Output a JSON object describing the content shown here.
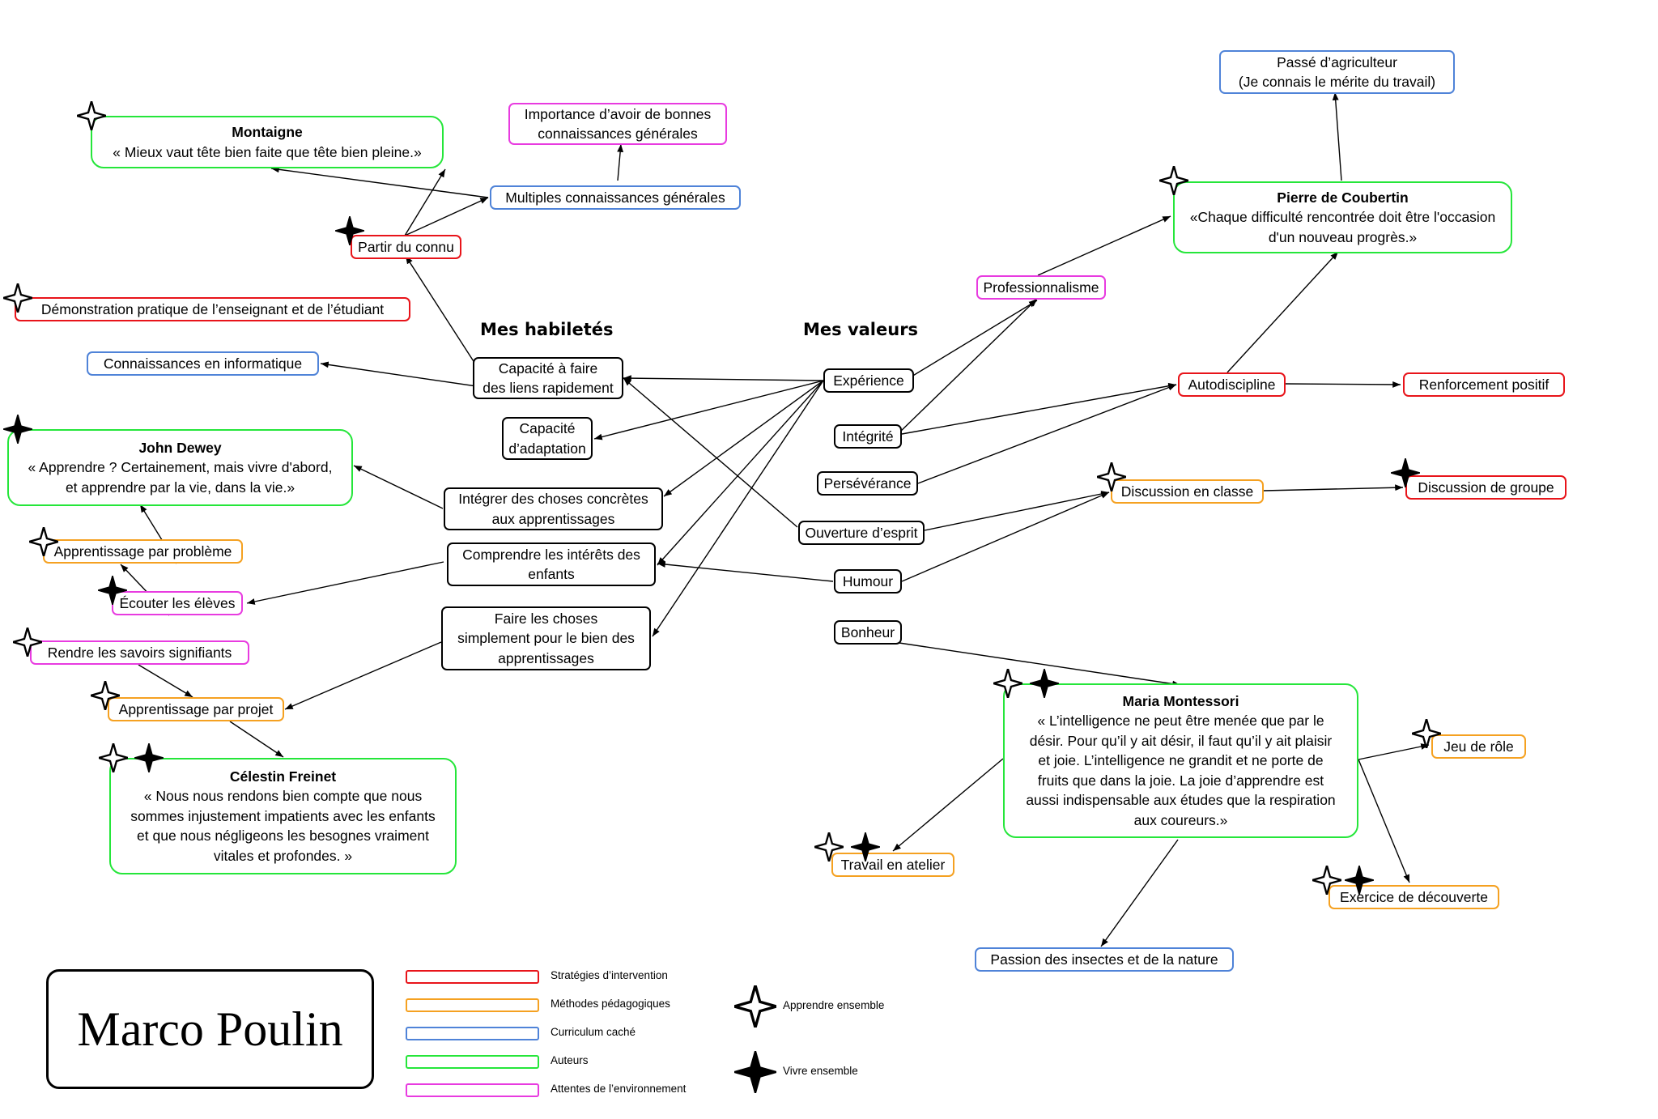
{
  "headings": {
    "habiletes": "Mes habiletés",
    "valeurs": "Mes valeurs"
  },
  "author_name": "Marco Poulin",
  "colors": {
    "red": "#e8141a",
    "orange": "#f5a121",
    "blue": "#4f83d8",
    "green": "#25e63a",
    "magenta": "#e83be0",
    "black": "#000000"
  },
  "nodes": {
    "montaigne": {
      "title": "Montaigne",
      "lines": [
        "« Mieux vaut tête bien faite que tête bien pleine.»"
      ]
    },
    "importance": {
      "lines": [
        "Importance d’avoir de bonnes",
        "connaissances générales"
      ]
    },
    "multiples": {
      "lines": [
        "Multiples connaissances générales"
      ]
    },
    "partir_connu": {
      "lines": [
        "Partir du connu"
      ]
    },
    "demonstration": {
      "lines": [
        "Démonstration pratique de l’enseignant et de l’étudiant"
      ]
    },
    "informatique": {
      "lines": [
        "Connaissances en informatique"
      ]
    },
    "liens": {
      "lines": [
        "Capacité à faire",
        "des liens rapidement"
      ]
    },
    "adaptation": {
      "lines": [
        "Capacité",
        "d’adaptation"
      ]
    },
    "dewey": {
      "title": "John Dewey",
      "lines": [
        "« Apprendre ? Certainement, mais vivre d'abord,",
        "et apprendre par la vie, dans la vie.»"
      ]
    },
    "integrer": {
      "lines": [
        "Intégrer des choses concrètes",
        "aux apprentissages"
      ]
    },
    "probleme": {
      "lines": [
        "Apprentissage par problème"
      ]
    },
    "interets": {
      "lines": [
        "Comprendre les intérêts des",
        "enfants"
      ]
    },
    "ecouter": {
      "lines": [
        "Écouter les élèves"
      ]
    },
    "simplement": {
      "lines": [
        "Faire les choses",
        "simplement pour le bien des",
        "apprentissages"
      ]
    },
    "signifiants": {
      "lines": [
        "Rendre les savoirs signifiants"
      ]
    },
    "projet": {
      "lines": [
        "Apprentissage par projet"
      ]
    },
    "freinet": {
      "title": "Célestin Freinet",
      "lines": [
        "« Nous nous rendons bien compte que nous",
        "sommes injustement impatients avec les enfants",
        "et que nous négligeons les besognes vraiment",
        "vitales et profondes. »"
      ]
    },
    "experience": {
      "lines": [
        "Expérience"
      ]
    },
    "integrite": {
      "lines": [
        "Intégrité"
      ]
    },
    "perseverance": {
      "lines": [
        "Persévérance"
      ]
    },
    "ouverture": {
      "lines": [
        "Ouverture d’esprit"
      ]
    },
    "humour": {
      "lines": [
        "Humour"
      ]
    },
    "bonheur": {
      "lines": [
        "Bonheur"
      ]
    },
    "professionnalisme": {
      "lines": [
        "Professionnalisme"
      ]
    },
    "passe": {
      "lines": [
        "Passé d’agriculteur",
        "(Je connais le mérite du travail)"
      ]
    },
    "coubertin": {
      "title": "Pierre de Coubertin",
      "lines": [
        "«Chaque difficulté rencontrée doit être l'occasion",
        "d'un nouveau progrès.»"
      ]
    },
    "autodiscipline": {
      "lines": [
        "Autodiscipline"
      ]
    },
    "renforcement": {
      "lines": [
        "Renforcement positif"
      ]
    },
    "discussion_classe": {
      "lines": [
        "Discussion en classe"
      ]
    },
    "discussion_groupe": {
      "lines": [
        "Discussion de groupe"
      ]
    },
    "montessori": {
      "title": "Maria Montessori",
      "lines": [
        "« L’intelligence ne peut être menée que par le",
        "désir. Pour qu’il y ait désir, il faut qu’il y ait plaisir",
        "et joie. L’intelligence ne grandit et ne porte de",
        "fruits que dans la joie. La joie d’apprendre est",
        "aussi indispensable aux études que la respiration",
        "aux coureurs.»"
      ]
    },
    "jeu_role": {
      "lines": [
        "Jeu de rôle"
      ]
    },
    "atelier": {
      "lines": [
        "Travail en atelier"
      ]
    },
    "exercice": {
      "lines": [
        "Exercice de découverte"
      ]
    },
    "passion": {
      "lines": [
        "Passion des insectes et de la nature"
      ]
    }
  },
  "legend": {
    "categories": [
      {
        "label": "Stratégies d’intervention",
        "color": "#e8141a"
      },
      {
        "label": "Méthodes pédagogiques",
        "color": "#f5a121"
      },
      {
        "label": "Curriculum caché",
        "color": "#4f83d8"
      },
      {
        "label": "Auteurs",
        "color": "#25e63a"
      },
      {
        "label": "Attentes de l’environnement",
        "color": "#e83be0"
      }
    ],
    "symbols": [
      {
        "label": "Apprendre ensemble",
        "icon": "white-four-point-star"
      },
      {
        "label": "Vivre ensemble",
        "icon": "black-four-point-star"
      }
    ]
  }
}
